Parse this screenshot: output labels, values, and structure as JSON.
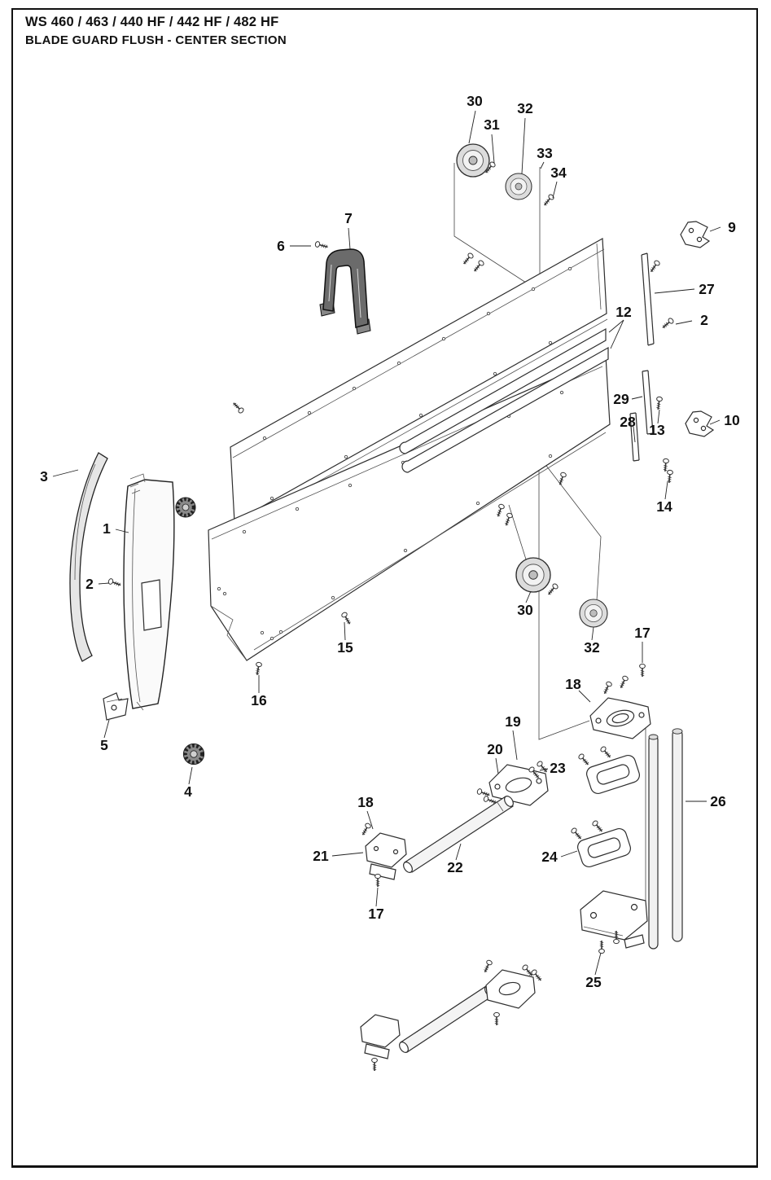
{
  "page": {
    "title_line1": "WS 460 / 463 / 440 HF / 442 HF / 482 HF",
    "title_line2": "BLADE GUARD FLUSH - CENTER SECTION"
  },
  "colors": {
    "background": "#ffffff",
    "line": "#2e2e2e",
    "text": "#111111",
    "border": "#111111"
  },
  "callouts": [
    "30",
    "32",
    "31",
    "33",
    "34",
    "7",
    "6",
    "9",
    "27",
    "2",
    "12",
    "29",
    "28",
    "13",
    "10",
    "3",
    "1",
    "2",
    "14",
    "15",
    "30",
    "32",
    "16",
    "17",
    "18",
    "5",
    "4",
    "19",
    "20",
    "23",
    "26",
    "18",
    "21",
    "22",
    "24",
    "17",
    "25"
  ]
}
